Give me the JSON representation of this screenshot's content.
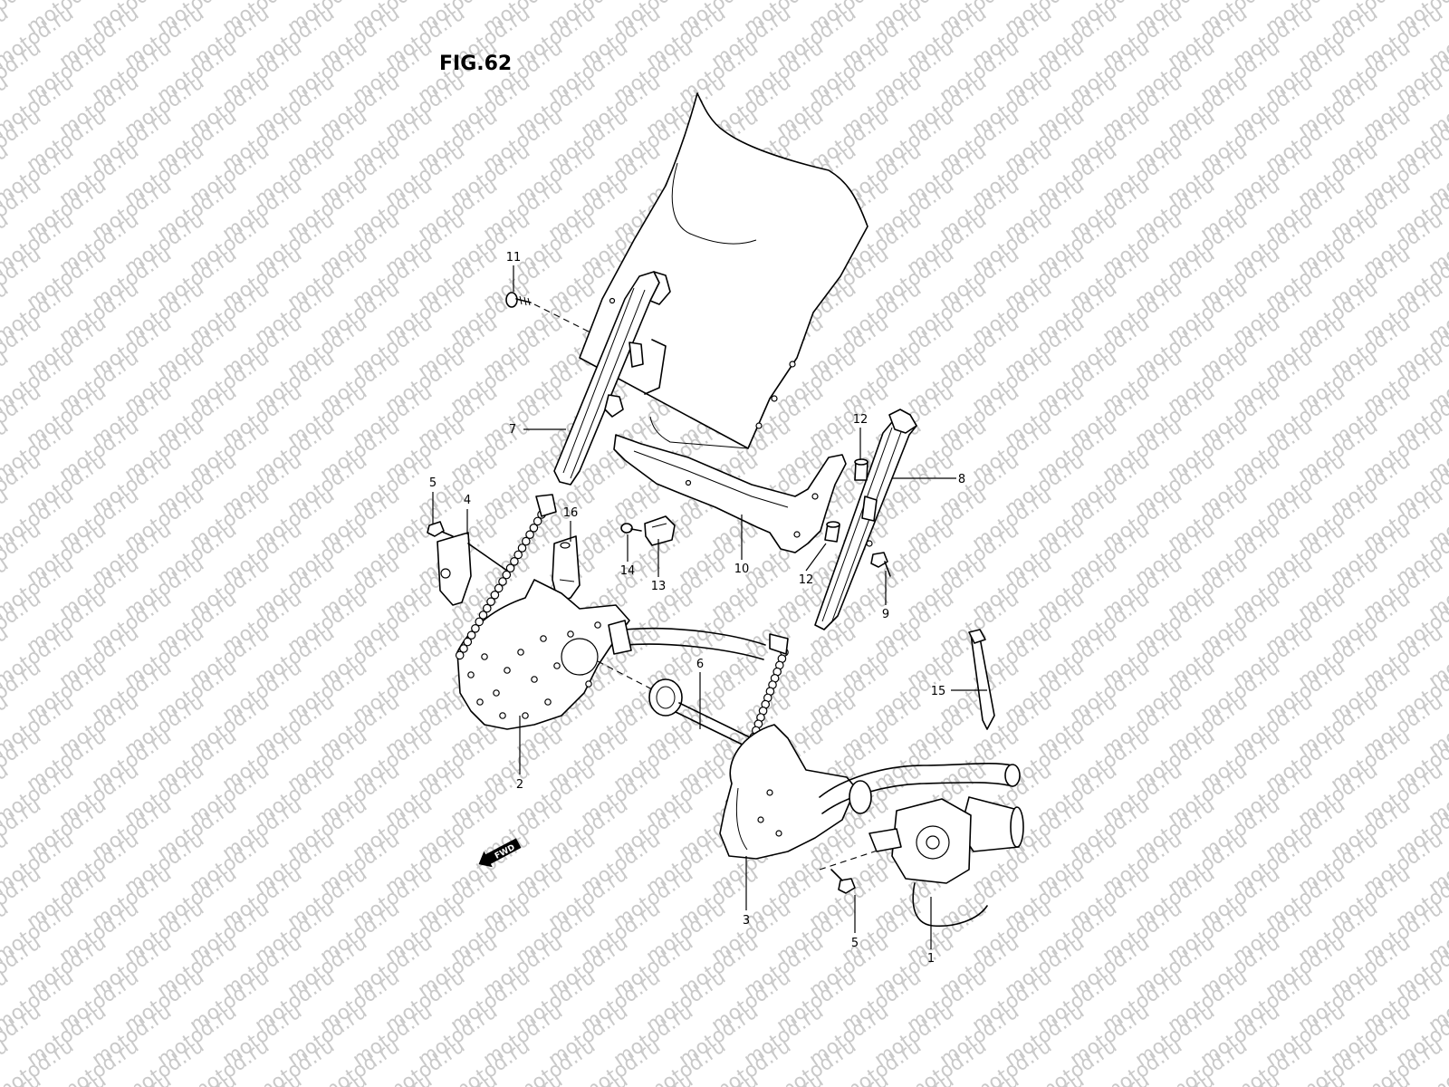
{
  "figure": {
    "title": "FIG.62"
  },
  "watermark": {
    "text": "motod.ru"
  },
  "fwd_badge": {
    "label": "FWD"
  },
  "callouts": [
    {
      "id": "c1",
      "text": "1"
    },
    {
      "id": "c2",
      "text": "2"
    },
    {
      "id": "c3",
      "text": "3"
    },
    {
      "id": "c4",
      "text": "4"
    },
    {
      "id": "c5a",
      "text": "5"
    },
    {
      "id": "c5b",
      "text": "5"
    },
    {
      "id": "c6",
      "text": "6"
    },
    {
      "id": "c7",
      "text": "7"
    },
    {
      "id": "c8",
      "text": "8"
    },
    {
      "id": "c9",
      "text": "9"
    },
    {
      "id": "c10",
      "text": "10"
    },
    {
      "id": "c11",
      "text": "11"
    },
    {
      "id": "c12a",
      "text": "12"
    },
    {
      "id": "c12b",
      "text": "12"
    },
    {
      "id": "c13",
      "text": "13"
    },
    {
      "id": "c14",
      "text": "14"
    },
    {
      "id": "c15",
      "text": "15"
    },
    {
      "id": "c16",
      "text": "16"
    }
  ]
}
